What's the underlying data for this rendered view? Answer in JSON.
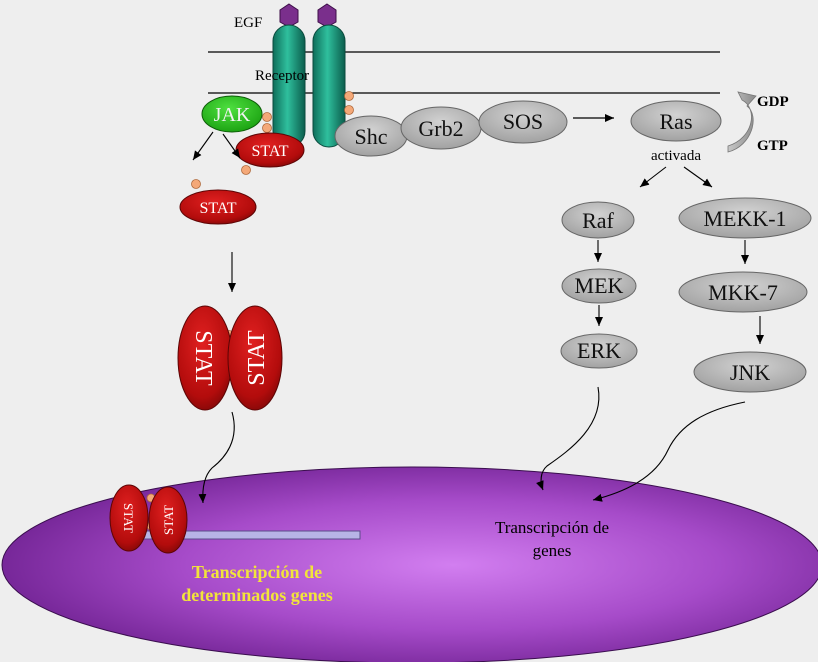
{
  "labels": {
    "egf": "EGF",
    "receptor": "Receptor",
    "jak": "JAK",
    "stat": "STAT",
    "shc": "Shc",
    "grb2": "Grb2",
    "sos": "SOS",
    "ras": "Ras",
    "activada": "activada",
    "gdp": "GDP",
    "gtp": "GTP",
    "raf": "Raf",
    "mek": "MEK",
    "erk": "ERK",
    "mekk1": "MEKK-1",
    "mkk7": "MKK-7",
    "jnk": "JNK",
    "transcription_left": [
      "Transcripción de",
      "determinados genes"
    ],
    "transcription_right": [
      "Transcripción de",
      "genes"
    ]
  },
  "colors": {
    "background": "#eeeeee",
    "receptor": "#1f9a7f",
    "jak": "#22b014",
    "stat": "#c40f0f",
    "phosphate": "#f4a878",
    "adaptor": "#b9b9b9",
    "nucleus": "#9a3fb8",
    "dna": "#b7b4e6",
    "highlight_text": "#f2e43a",
    "ligand": "#7a2f8c"
  }
}
